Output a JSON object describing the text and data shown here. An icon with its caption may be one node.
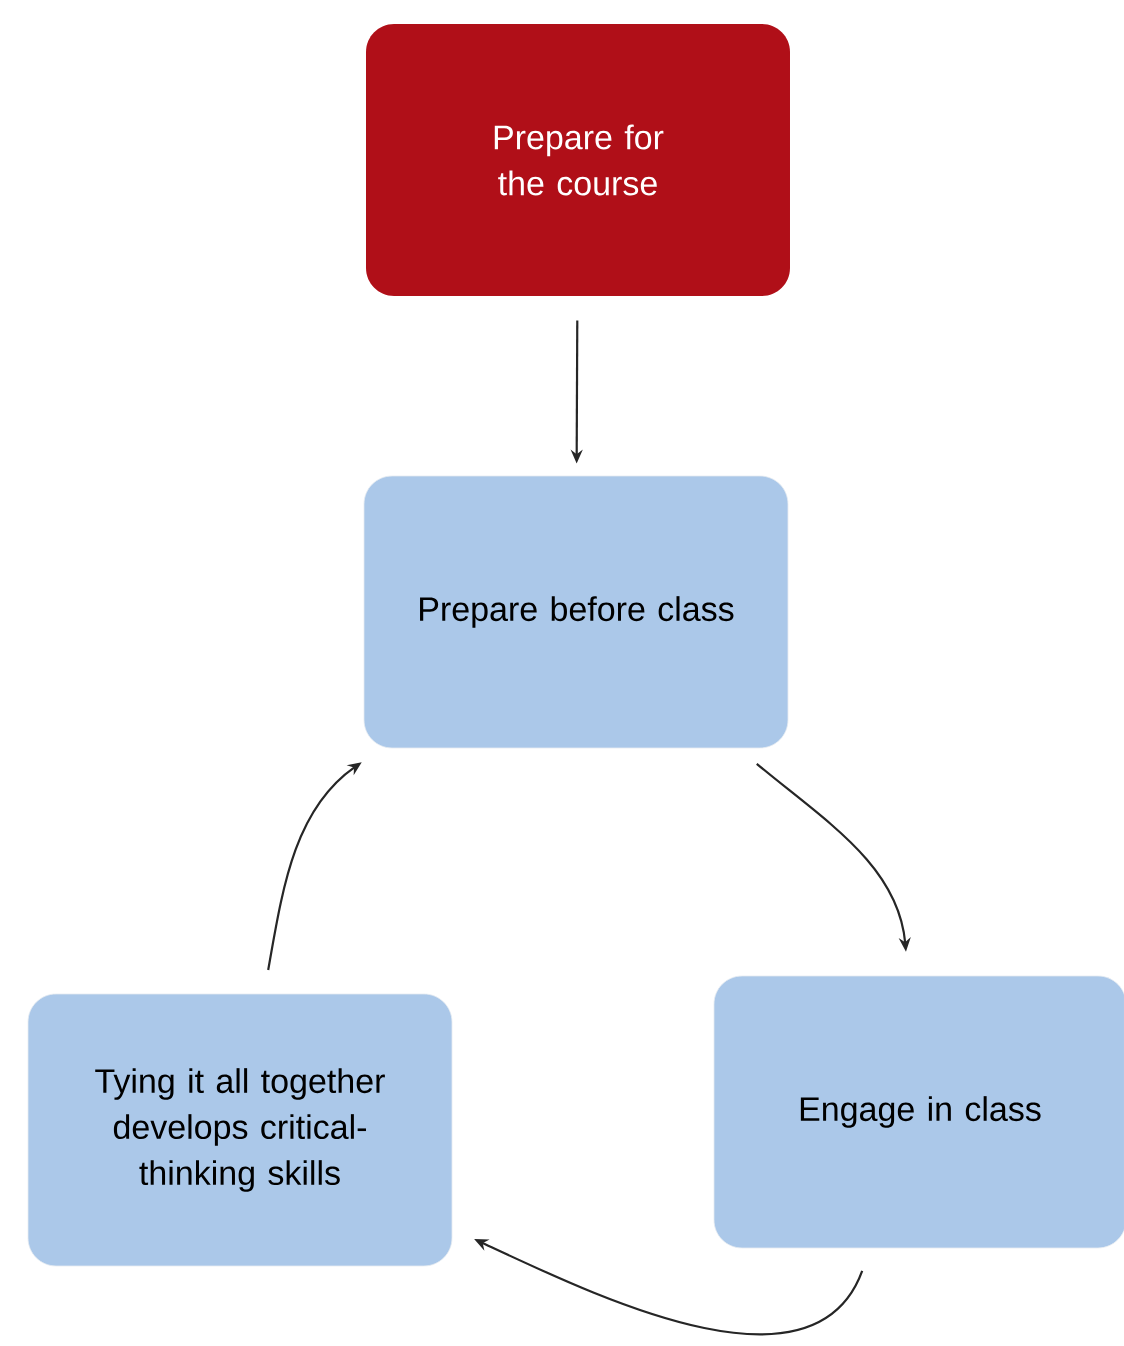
{
  "diagram": {
    "nodes": [
      {
        "text": [
          "Prepare for the course"
        ]
      },
      {
        "text": [
          "Prepare before class"
        ]
      },
      {
        "text": [
          "Engage in class"
        ]
      },
      {
        "text": [
          "Tying it all together develops critical-thinking skills"
        ]
      }
    ],
    "edges": [
      {
        "from": 0,
        "to": 1,
        "arrow": "to"
      },
      {
        "from": 1,
        "to": 2,
        "arrow": "to"
      },
      {
        "from": 2,
        "to": 3,
        "arrow": "to"
      },
      {
        "from": 3,
        "to": 1,
        "arrow": "to"
      }
    ]
  }
}
